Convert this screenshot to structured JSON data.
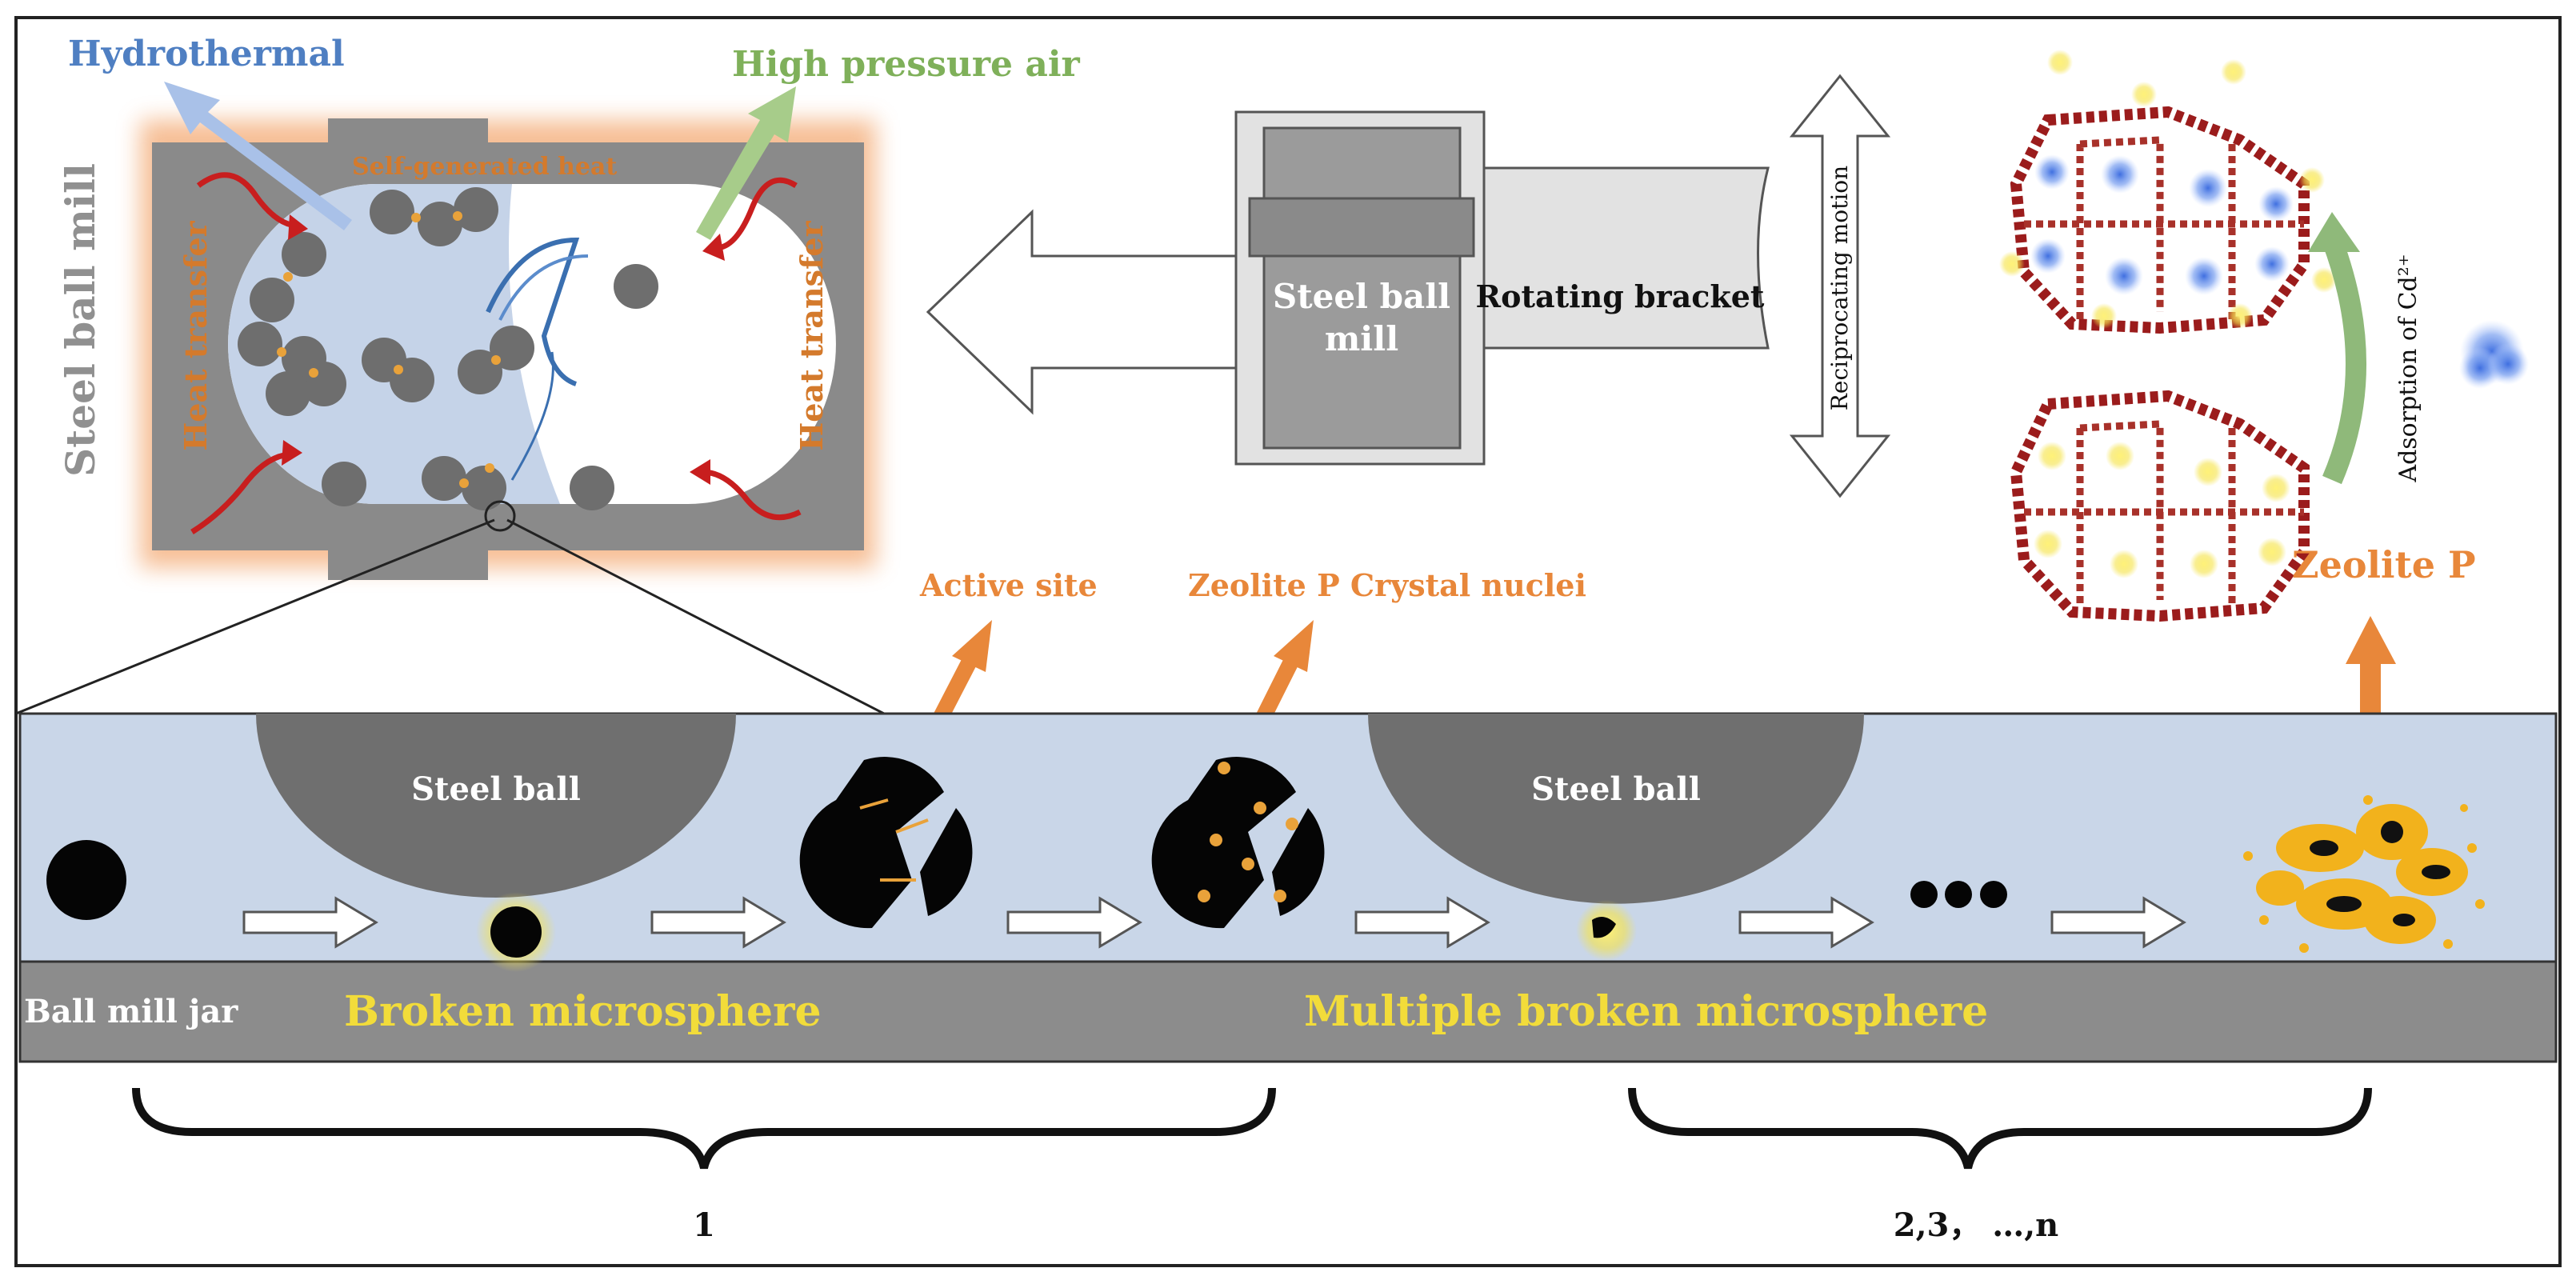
{
  "labels": {
    "hydrothermal": "Hydrothermal",
    "high_pressure_air": "High pressure air",
    "self_generated_heat": "Self-generated heat",
    "heat_transfer_left": "Heat transfer",
    "heat_transfer_right": "Heat transfer",
    "steel_ball_mill_vertical": "Steel ball mill",
    "mill_line1": "Steel ball",
    "mill_line2": "mill",
    "rotating_bracket": "Rotating bracket",
    "reciprocating_motion": "Reciprocating  motion",
    "adsorption": "Adsorption  of Cd²⁺",
    "zeolite_p": "Zeolite P",
    "active_site": "Active site",
    "zeolite_nuclei": "Zeolite P Crystal nuclei",
    "steel_ball_1": "Steel ball",
    "steel_ball_2": "Steel ball",
    "ball_mill_jar": "Ball mill jar",
    "broken_microsphere": "Broken microsphere",
    "multiple_broken": "Multiple broken microsphere",
    "brace_1": "1",
    "brace_2": "2,3，  …,n"
  },
  "colors": {
    "gray_dark": "#6f6f6f",
    "gray_mid": "#8c8c8c",
    "gray_light": "#d8d8d8",
    "jar_blue": "#c9d6e8",
    "orange": "#e8873a",
    "yellow_text": "#f2dc3a",
    "blue_text": "#4f7fc2",
    "green_text": "#7fb05a"
  }
}
